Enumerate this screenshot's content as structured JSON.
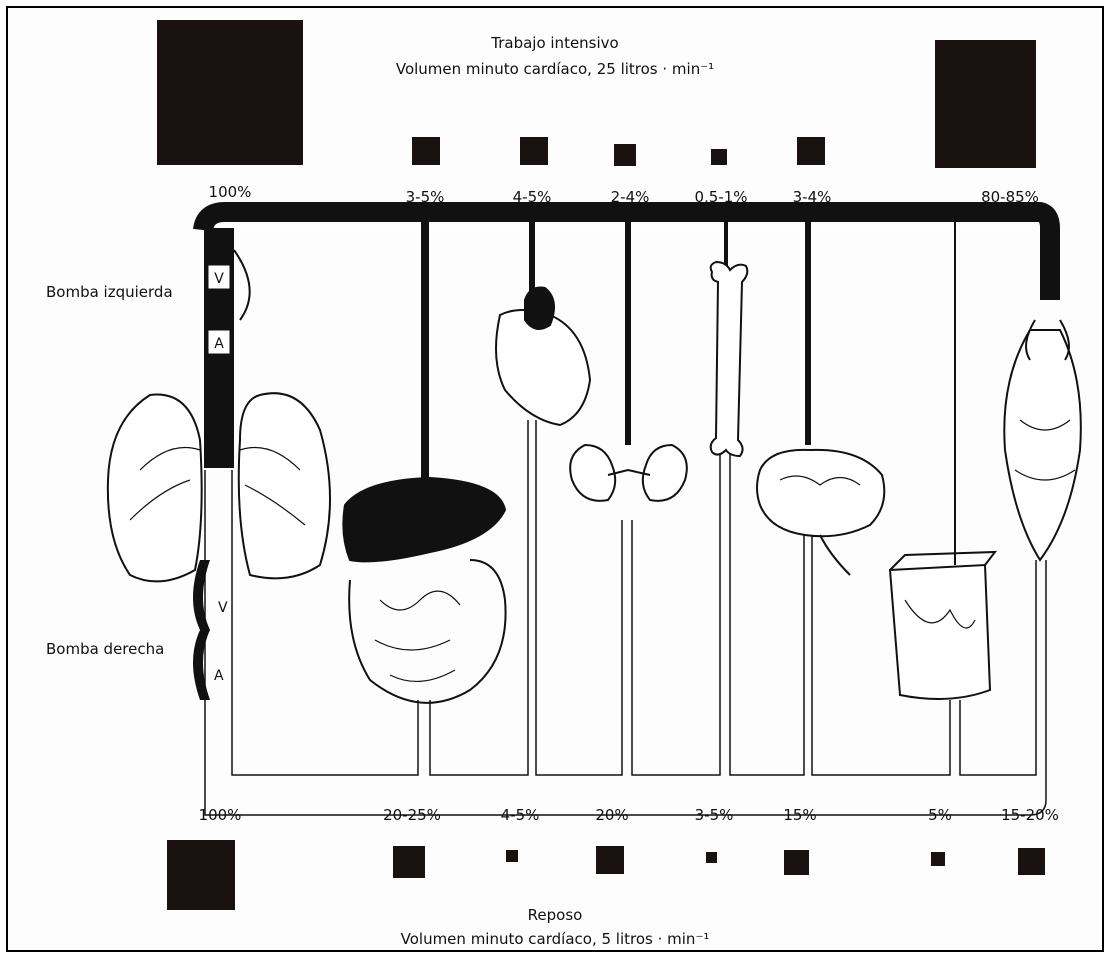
{
  "top": {
    "title": "Trabajo intensivo",
    "subtitle": "Volumen minuto cardíaco, 25 litros · min⁻¹",
    "percents": [
      "100%",
      "3-5%",
      "4-5%",
      "2-4%",
      "0,5-1%",
      "3-4%",
      "80-85%"
    ]
  },
  "bottom": {
    "title": "Reposo",
    "subtitle": "Volumen minuto cardíaco, 5 litros · min⁻¹",
    "percents": [
      "100%",
      "20-25%",
      "4-5%",
      "20%",
      "3-5%",
      "15%",
      "5%",
      "15-20%"
    ]
  },
  "labels": {
    "left_pump": "Bomba izquierda",
    "right_pump": "Bomba derecha",
    "ventricle": "V",
    "atrium": "A"
  },
  "organs": [
    "heart-lungs",
    "digestive-organs",
    "heart-muscle",
    "kidneys",
    "bone",
    "brain",
    "skin",
    "skeletal-muscle"
  ],
  "colors": {
    "ink": "#111111",
    "paper": "#ffffff"
  }
}
